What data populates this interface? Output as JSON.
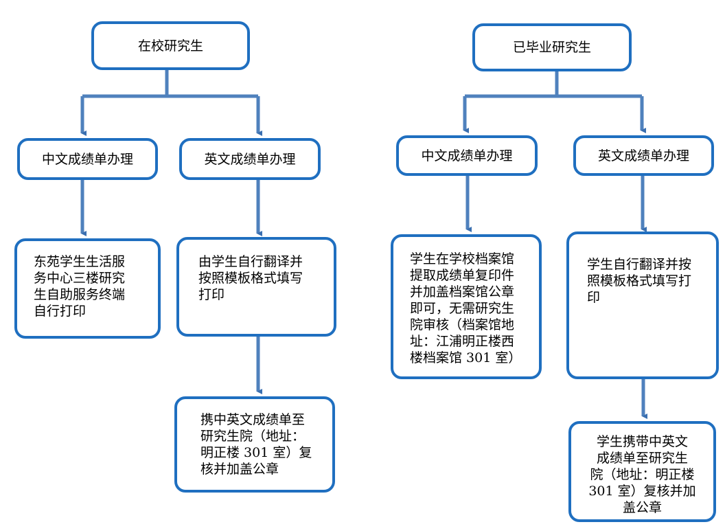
{
  "current": {
    "title": "在校研究生",
    "cn_label": "中文成绩单办理",
    "en_label": "英文成绩单办理",
    "cn_step": "东苑学生生活服\n务中心三楼研究\n生自助服务终端\n自行打印",
    "en_step1": "由学生自行翻译并\n按照模板格式填写\n打印",
    "en_step2": "携中英文成绩单至\n研究生院（地址：\n明正楼 301 室）复\n核并加盖公章"
  },
  "graduated": {
    "title": "已毕业研究生",
    "cn_label": "中文成绩单办理",
    "en_label": "英文成绩单办理",
    "cn_step": "学生在学校档案馆\n提取成绩单复印件\n并加盖档案馆公章\n即可，无需研究生\n院审核（档案馆地\n址：江浦明正楼西\n楼档案馆 301  室）",
    "en_step1": "学生自行翻译并按\n照模板格式填写打\n印",
    "en_step2": "学生携带中英文\n成绩单至研究生\n院（地址：明正楼\n301 室）复核并加\n盖公章"
  }
}
